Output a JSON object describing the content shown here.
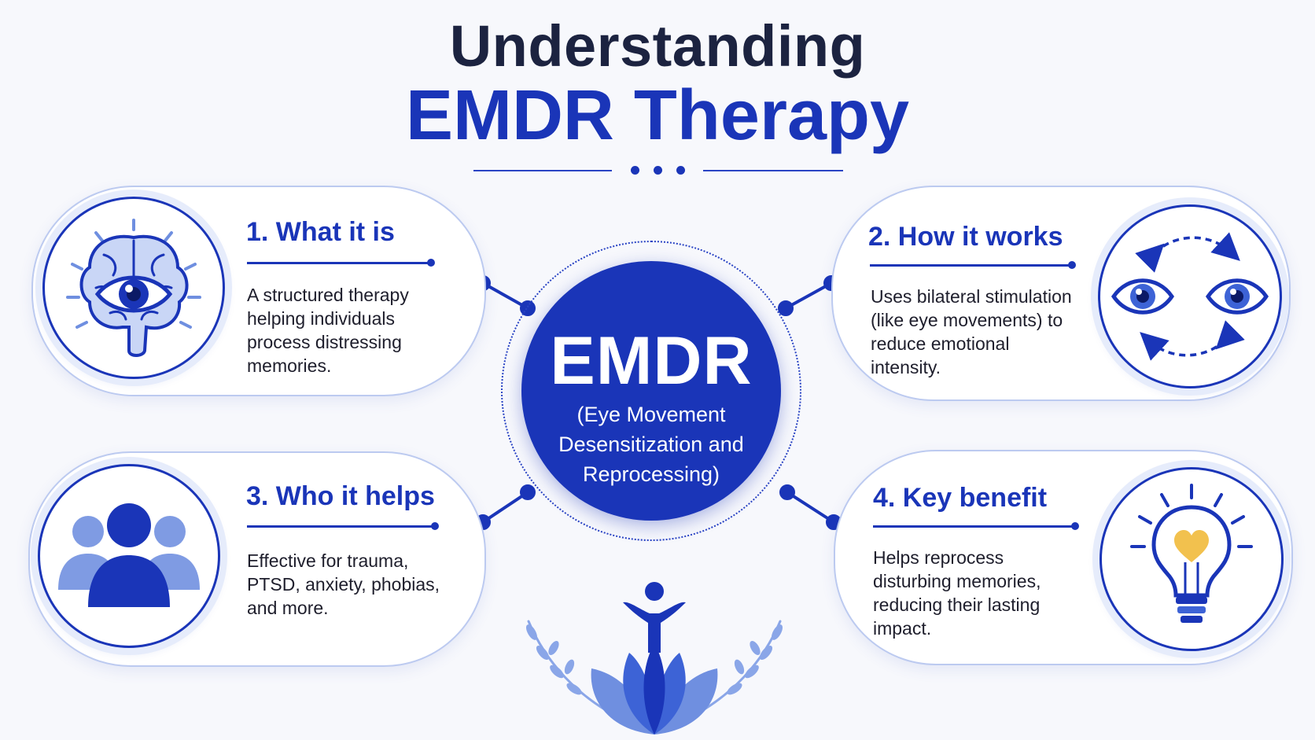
{
  "header": {
    "title_line1": "Understanding",
    "title_line2": "EMDR Therapy"
  },
  "center": {
    "title": "EMDR",
    "subtitle": "(Eye Movement Desensitization and Reprocessing)"
  },
  "cards": [
    {
      "title": "1. What it is",
      "text": "A structured therapy helping individuals process distressing memories.",
      "icon": "brain-eye-icon"
    },
    {
      "title": "2. How it works",
      "text": "Uses bilateral stimulation (like eye movements) to reduce emotional intensity.",
      "icon": "bilateral-eyes-icon"
    },
    {
      "title": "3. Who it helps",
      "text": "Effective for trauma, PTSD, anxiety, phobias, and more.",
      "icon": "people-group-icon"
    },
    {
      "title": "4. Key benefit",
      "text": "Helps reprocess disturbing memories, reducing their lasting impact.",
      "icon": "lightbulb-heart-icon"
    }
  ],
  "footer": {
    "icon": "lotus-figure-icon"
  },
  "colors": {
    "primary": "#1a35b8",
    "title_dark": "#1c2340",
    "light_blue": "#6f8fe0",
    "card_border": "#bccaf0",
    "bulb_heart": "#f2c14e",
    "background": "#f7f8fc"
  }
}
